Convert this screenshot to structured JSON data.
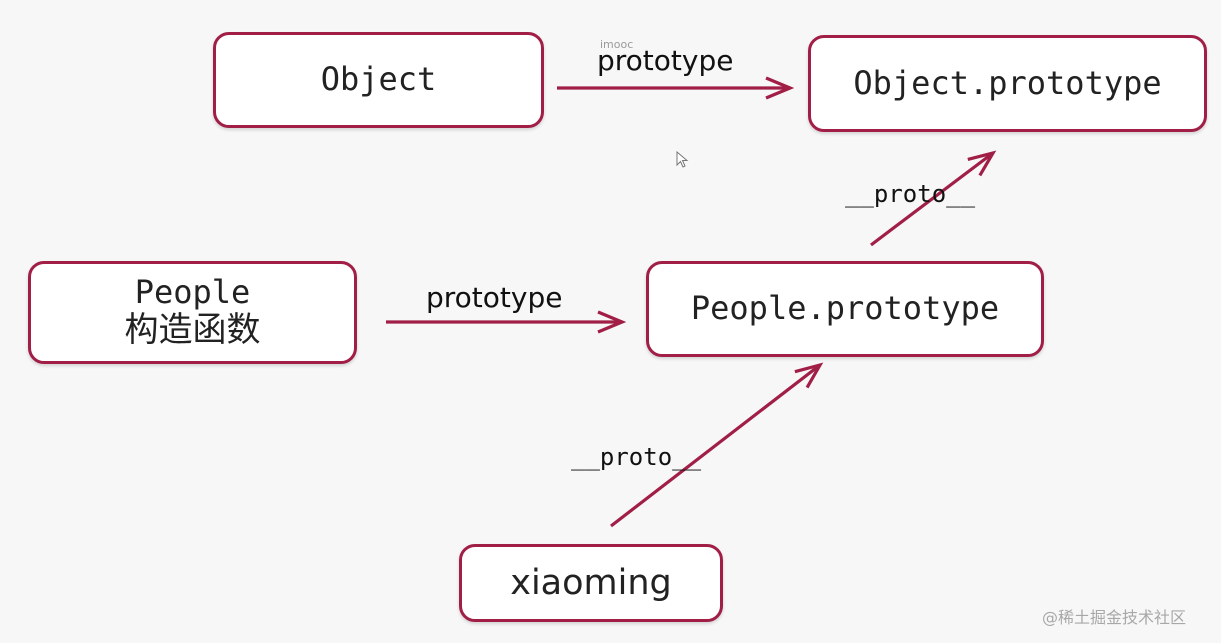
{
  "colors": {
    "accent": "#a11f47",
    "box_fill": "#ffffff",
    "background": "#f7f7f8",
    "text": "#222222"
  },
  "nodes": {
    "object": {
      "label": "Object"
    },
    "object_prototype": {
      "label": "Object.prototype"
    },
    "people": {
      "line1": "People",
      "line2": "构造函数"
    },
    "people_prototype": {
      "label": "People.prototype"
    },
    "xiaoming": {
      "label": "xiaoming"
    }
  },
  "edges": {
    "object_to_object_prototype": {
      "label": "prototype"
    },
    "people_to_people_prototype": {
      "label": "prototype"
    },
    "people_prototype_to_object_prototype": {
      "label": "__proto__"
    },
    "xiaoming_to_people_prototype": {
      "label": "__proto__"
    }
  },
  "watermarks": {
    "imooc": "imooc",
    "corner": "@稀土掘金技术社区"
  },
  "icons": {
    "cursor": "mouse-pointer-icon"
  }
}
